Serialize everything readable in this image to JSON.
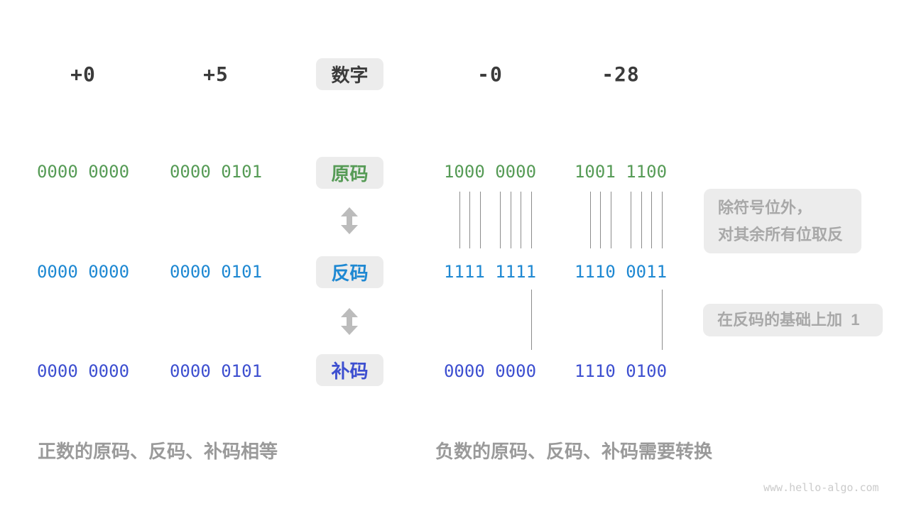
{
  "header": {
    "label": "数字",
    "values": [
      "+0",
      "+5",
      "-0",
      "-28"
    ]
  },
  "rows": [
    {
      "label": "原码",
      "color": "#569b56",
      "values": [
        "0000 0000",
        "0000 0101",
        "1000 0000",
        "1001 1100"
      ]
    },
    {
      "label": "反码",
      "color": "#1e88d2",
      "values": [
        "0000 0000",
        "0000 0101",
        "1111 1111",
        "1110 0011"
      ]
    },
    {
      "label": "补码",
      "color": "#3d4fd0",
      "values": [
        "0000 0000",
        "0000 0101",
        "0000 0000",
        "1110 0100"
      ]
    }
  ],
  "annotations": [
    {
      "lines": [
        "除符号位外，",
        "对其余所有位取反"
      ]
    },
    {
      "lines": [
        "在反码的基础上加  1"
      ]
    }
  ],
  "captions": {
    "left": "正数的原码、反码、补码相等",
    "right": "负数的原码、反码、补码需要转换"
  },
  "watermark": "www.hello-algo.com",
  "colors": {
    "pill_background": "#ececec",
    "header_text": "#3b3b3b",
    "sign_magnitude": "#569b56",
    "ones_complement": "#1e88d2",
    "twos_complement": "#3d4fd0",
    "annotation_text": "#a8a8a8",
    "caption_text": "#9a9a9a",
    "arrow": "#bcbcbc",
    "connector_line": "#8c8c8c",
    "watermark_text": "#cbcbcb"
  }
}
